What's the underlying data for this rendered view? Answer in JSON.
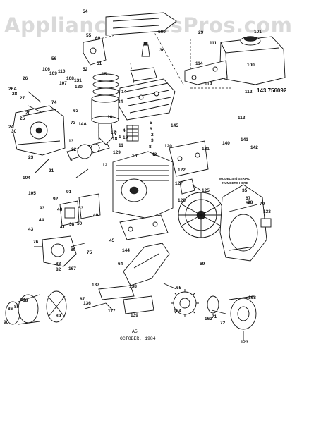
{
  "watermark": "AppliancePartsPros.com",
  "diagram": {
    "model_number": "143.756092",
    "note_lines": [
      "MODEL and SERIAL",
      "NUMBERS HERE"
    ],
    "footer_code": "A5",
    "footer_date": "OCTOBER, 1984",
    "part_labels": [
      "1",
      "2",
      "3",
      "4",
      "5",
      "6",
      "7",
      "8",
      "9",
      "10",
      "11",
      "12",
      "13",
      "14",
      "14A",
      "15",
      "16",
      "17",
      "18",
      "19",
      "20",
      "21",
      "22",
      "23",
      "24",
      "25",
      "26",
      "26A",
      "27",
      "28",
      "29",
      "30",
      "34",
      "35",
      "36",
      "38",
      "40",
      "41",
      "42",
      "43",
      "44",
      "45",
      "48",
      "50",
      "51",
      "52",
      "53",
      "54",
      "55",
      "56",
      "60",
      "63",
      "64",
      "65",
      "66",
      "67",
      "68",
      "69",
      "70",
      "71",
      "72",
      "73",
      "74",
      "75",
      "76",
      "80",
      "82",
      "83",
      "84",
      "85",
      "86",
      "87",
      "88",
      "89",
      "90",
      "91",
      "92",
      "93",
      "100",
      "101",
      "104",
      "105",
      "106",
      "107",
      "108",
      "109",
      "110",
      "111",
      "112",
      "113",
      "114",
      "117",
      "119",
      "120",
      "121",
      "122",
      "123",
      "125",
      "127",
      "128",
      "129",
      "130",
      "131",
      "133",
      "136",
      "137",
      "138",
      "139",
      "140",
      "141",
      "142",
      "144",
      "145",
      "163",
      "164",
      "167",
      "168",
      "169"
    ]
  }
}
